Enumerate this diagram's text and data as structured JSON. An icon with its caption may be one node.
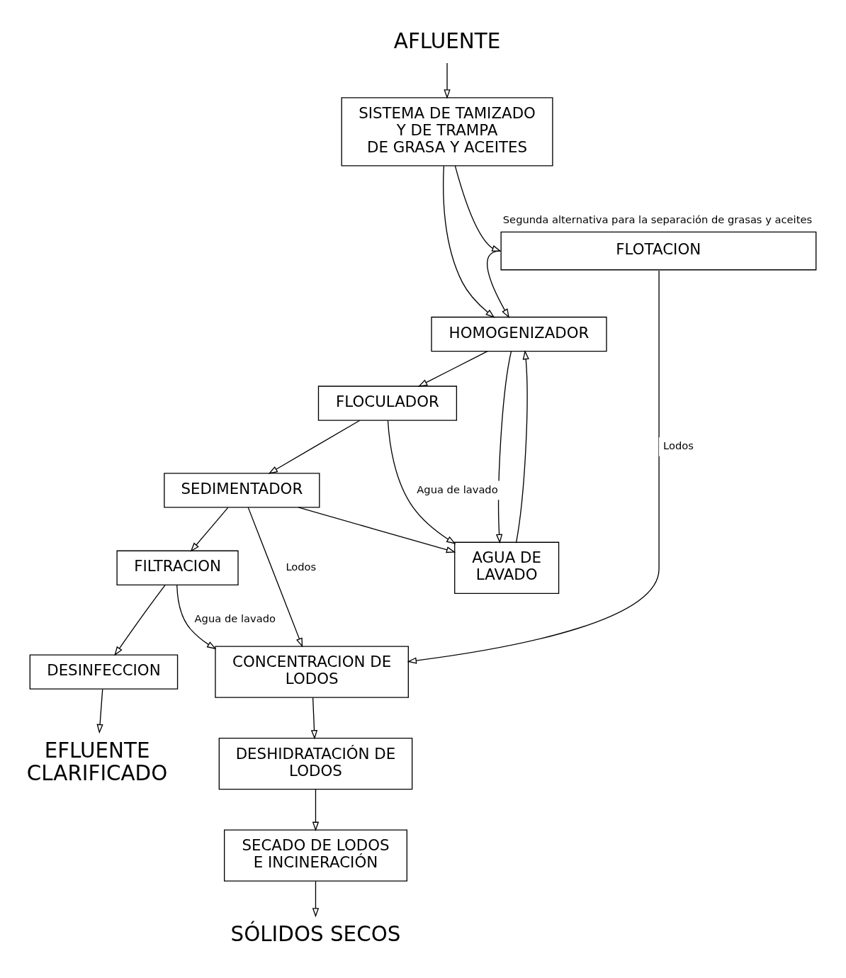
{
  "diagram": {
    "nodes": [
      {
        "text": [
          "AFLUENTE"
        ]
      },
      {
        "text": [
          "SISTEMA DE TAMIZADO Y DE TRAMPA DE GRASA Y ACEITES"
        ]
      },
      {
        "text": [
          "FLOTACION"
        ],
        "beside": [
          "Segunda alternativa para la separación de grasas y aceites"
        ]
      },
      {
        "text": [
          "HOMOGENIZADOR"
        ]
      },
      {
        "text": [
          "FLOCULADOR"
        ]
      },
      {
        "text": [
          "SEDIMENTADOR"
        ]
      },
      {
        "text": [
          "FILTRACION"
        ]
      },
      {
        "text": [
          "DESINFECCION"
        ]
      },
      {
        "text": [
          "EFLUENTE CLARIFICADO"
        ]
      },
      {
        "text": [
          "CONCENTRACION DE LODOS"
        ]
      },
      {
        "text": [
          "DESHIDRATACIÓN DE LODOS"
        ]
      },
      {
        "text": [
          "SECADO DE LODOS E INCINERACIÓN"
        ]
      },
      {
        "text": [
          "SÓLIDOS SECOS"
        ]
      },
      {
        "text": [
          "AGUA DE LAVADO"
        ]
      }
    ],
    "edges": [
      {
        "from": 0,
        "to": 1,
        "arrow": "to"
      },
      {
        "from": 1,
        "to": 2,
        "arrow": "to"
      },
      {
        "from": 1,
        "to": 3,
        "arrow": "to"
      },
      {
        "from": 2,
        "to": 3,
        "arrow": "to"
      },
      {
        "from": 2,
        "to": 9,
        "arrow": "to",
        "label": "Lodos"
      },
      {
        "from": 3,
        "to": 4,
        "arrow": "to"
      },
      {
        "from": 3,
        "to": 13,
        "arrow": "to"
      },
      {
        "from": 4,
        "to": 5,
        "arrow": "to"
      },
      {
        "from": 4,
        "to": 13,
        "arrow": "to",
        "label": "Agua de lavado"
      },
      {
        "from": 5,
        "to": 9,
        "arrow": "to",
        "label": "Lodos"
      },
      {
        "from": 5,
        "to": 6,
        "arrow": "to"
      },
      {
        "from": 5,
        "to": 13,
        "arrow": "to"
      },
      {
        "from": 6,
        "to": 9,
        "arrow": "to",
        "label": "Agua de lavado"
      },
      {
        "from": 6,
        "to": 7,
        "arrow": "to"
      },
      {
        "from": 7,
        "to": 8,
        "arrow": "to"
      },
      {
        "from": 9,
        "to": 10,
        "arrow": "to"
      },
      {
        "from": 10,
        "to": 11,
        "arrow": "to"
      },
      {
        "from": 11,
        "to": 12,
        "arrow": "to"
      },
      {
        "from": 13,
        "to": 3,
        "arrow": "to"
      }
    ]
  }
}
